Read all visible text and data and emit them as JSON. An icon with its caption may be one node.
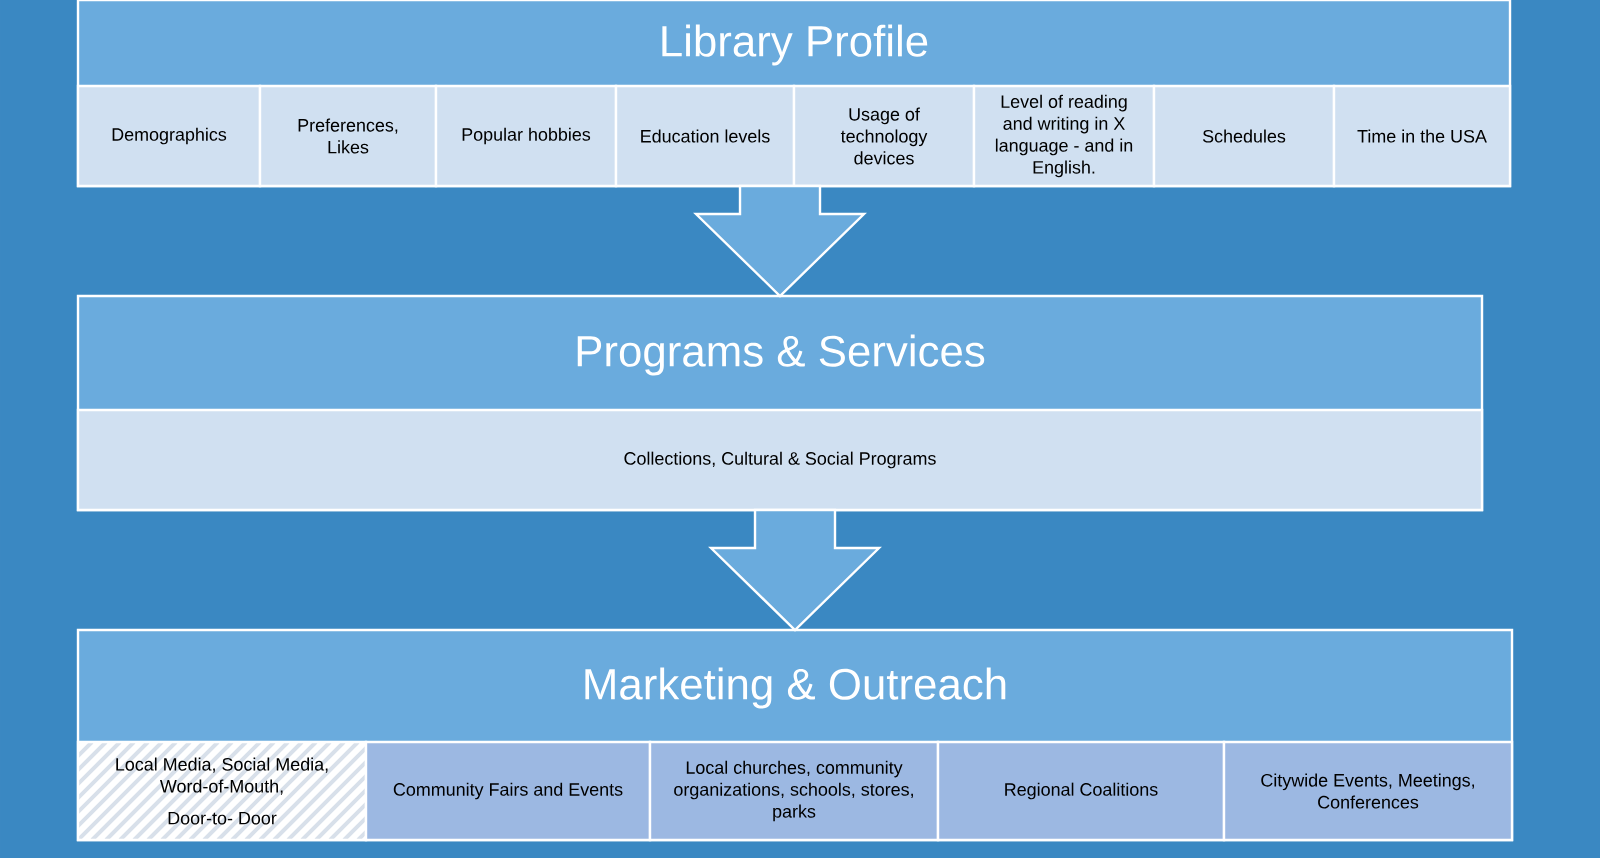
{
  "diagram": {
    "nodes": [
      {
        "text": [
          "Library Profile"
        ]
      },
      {
        "text": [
          "Demographics"
        ],
        "in": 0
      },
      {
        "text": [
          "Preferences, Likes"
        ],
        "in": 0
      },
      {
        "text": [
          "Popular hobbies"
        ],
        "in": 0
      },
      {
        "text": [
          "Education levels"
        ],
        "in": 0
      },
      {
        "text": [
          "Usage of technology devices"
        ],
        "in": 0
      },
      {
        "text": [
          "Level of reading and writing in X language - and in English."
        ],
        "in": 0
      },
      {
        "text": [
          "Schedules"
        ],
        "in": 0
      },
      {
        "text": [
          "Time in the USA"
        ],
        "in": 0
      },
      {
        "text": [
          "Programs & Services"
        ]
      },
      {
        "text": [
          "Collections, Cultural & Social Programs"
        ],
        "in": 9
      },
      {
        "text": [
          "Marketing & Outreach"
        ]
      },
      {
        "text": [
          "Local Media, Social Media, Word-of-Mouth,",
          "Door-to- Door"
        ],
        "in": 11
      },
      {
        "text": [
          "Community Fairs and Events"
        ],
        "in": 11
      },
      {
        "text": [
          "Local churches, community organizations, schools, stores, parks"
        ],
        "in": 11
      },
      {
        "text": [
          "Regional Coalitions"
        ],
        "in": 11
      },
      {
        "text": [
          "Citywide Events, Meetings, Conferences"
        ],
        "in": 11
      }
    ],
    "edges": [
      {
        "from": 0,
        "to": 9,
        "arrow": "to"
      },
      {
        "from": 9,
        "to": 11,
        "arrow": "to"
      }
    ]
  }
}
